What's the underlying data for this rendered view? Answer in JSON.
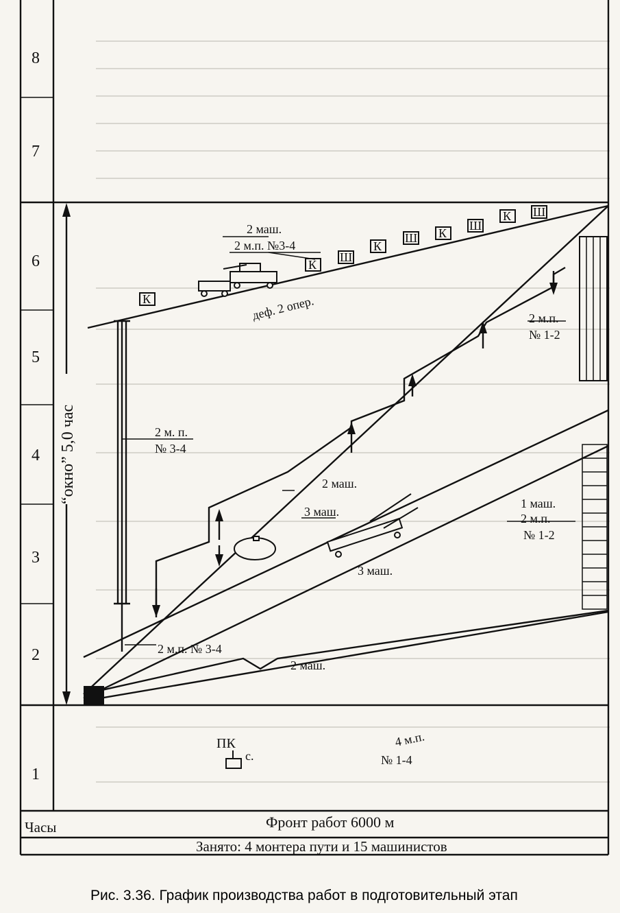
{
  "hours_header": "Часы",
  "hour_labels": [
    "1",
    "2",
    "3",
    "4",
    "5",
    "6",
    "7",
    "8"
  ],
  "window_label": "“окно” 5,0 час",
  "footer": {
    "front": "Фронт работ 6000 м",
    "occupied": "Занято: 4 монтера пути и 15 машинистов"
  },
  "caption": "Рис. 3.36. График производства работ в подготовительный этап",
  "labels": {
    "l_2mash_top": "2 маш.",
    "l_2mp_34_top": "2 м.п. №3-4",
    "l_def": "деф. 2 опер.",
    "l_2mp_12_a": "2 м.п.",
    "l_12_a": "№ 1-2",
    "l_2mp_mid": "2 м. п.",
    "l_34_mid": "№ 3-4",
    "l_2mash_mid": "2 маш.",
    "l_3mash_a": "3 маш.",
    "l_1mash": "1 маш.",
    "l_2mp_b": "2 м.п.",
    "l_12_b": "№ 1-2",
    "l_3mash_b": "3 маш.",
    "l_2mp_34_bot": "2 м.п. № 3-4",
    "l_2mash_bot": "2 маш.",
    "l_pk": "ПК",
    "l_c": "с.",
    "l_4mp": "4 м.п.",
    "l_14": "№ 1-4"
  },
  "marks": {
    "k": "К",
    "sh": "Ш"
  }
}
